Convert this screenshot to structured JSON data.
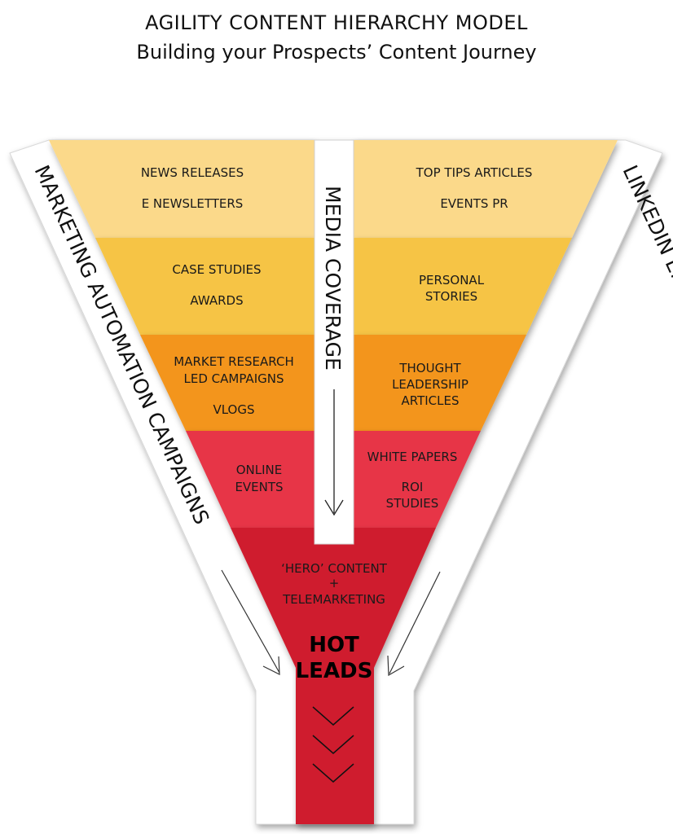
{
  "header": {
    "title": "AGILITY CONTENT HIERARCHY MODEL",
    "subtitle": "Building your Prospects’ Content Journey"
  },
  "funnel": {
    "tiers": [
      {
        "color": "#fbd98a",
        "left": [
          "NEWS RELEASES",
          "E NEWSLETTERS"
        ],
        "right": [
          "TOP TIPS ARTICLES",
          "EVENTS PR"
        ]
      },
      {
        "color": "#f6c445",
        "left": [
          "CASE STUDIES",
          "AWARDS"
        ],
        "right": [
          "PERSONAL",
          "STORIES"
        ]
      },
      {
        "color": "#f3951d",
        "left": [
          "MARKET RESEARCH",
          "LED CAMPAIGNS",
          "VLOGS"
        ],
        "right": [
          "THOUGHT",
          "LEADERSHIP",
          "ARTICLES"
        ]
      },
      {
        "color": "#e73446",
        "left": [
          "ONLINE",
          "EVENTS"
        ],
        "right": [
          "WHITE PAPERS",
          "ROI",
          "STUDIES"
        ]
      },
      {
        "color": "#cf1f2e",
        "center": [
          "‘HERO’ CONTENT",
          "+",
          "TELEMARKETING"
        ],
        "highlight": [
          "HOT",
          "LEADS"
        ]
      }
    ],
    "left_channel": "MARKETING AUTOMATION CAMPAIGNS",
    "center_channel": "MEDIA COVERAGE",
    "right_channel": "LINKEDIN ENGAGEMENT CAMPAIGNS",
    "icons": [
      "arrow-down-icon",
      "chevron-down-icon"
    ]
  }
}
